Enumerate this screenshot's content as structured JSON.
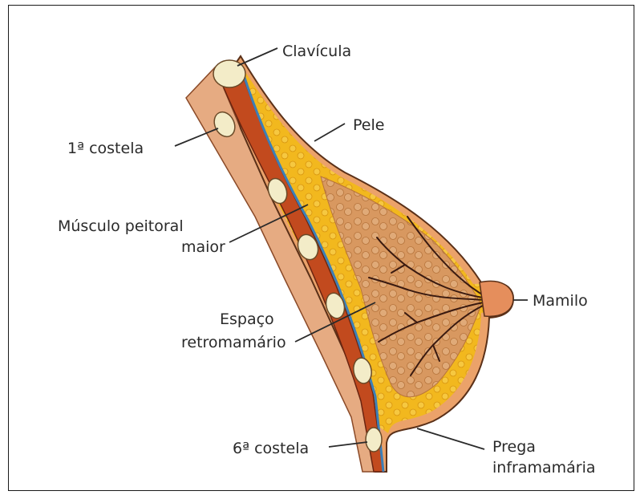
{
  "labels": {
    "clavicula": "Clavícula",
    "pele": "Pele",
    "primeira_costela": "1ª costela",
    "musculo_line1": "Músculo peitoral",
    "musculo_line2": "maior",
    "espaco_line1": "Espaço",
    "espaco_line2": "retromamário",
    "mamilo": "Mamilo",
    "sexta_costela": "6ª costela",
    "prega_line1": "Prega",
    "prega_line2": "inframamária"
  },
  "colors": {
    "skin": "#e8a06c",
    "chest_wall": "#e0a47c",
    "muscle": "#c24a1e",
    "fat": "#f2b81e",
    "gland": "#d99a64",
    "ducts": "#3a1a10",
    "retromammary_line": "#3c7fb8",
    "bone": "#f3ecc8"
  }
}
